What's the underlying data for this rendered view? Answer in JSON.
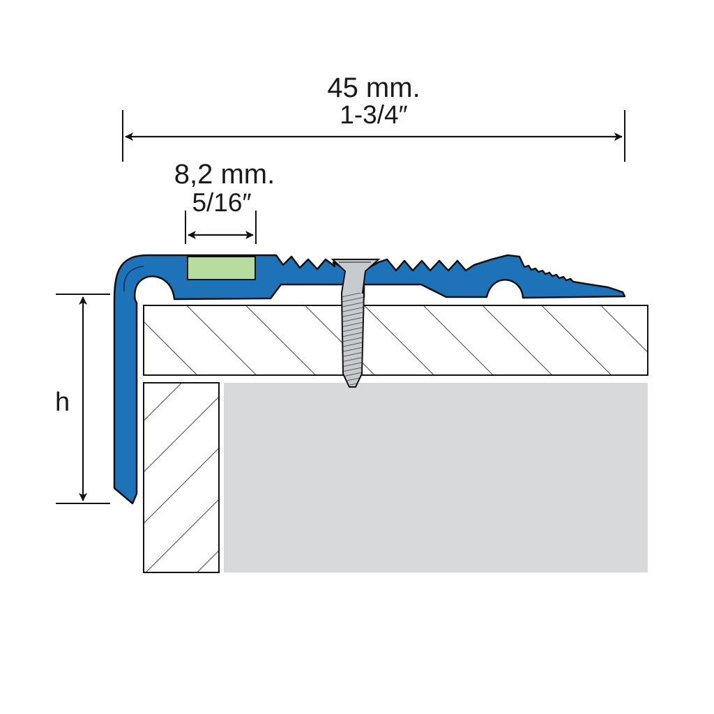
{
  "dimensions": {
    "overall_width": {
      "metric": "45 mm.",
      "imperial": "1-3/4″"
    },
    "insert_width": {
      "metric": "8,2 mm.",
      "imperial": "5/16″"
    },
    "height_label": "h"
  },
  "colors": {
    "profile_fill": "#1e73b8",
    "profile_stroke": "#111111",
    "insert_fill": "#b7dca0",
    "screw_fill": "#c7cbd0",
    "riser_fill": "#d8d9db",
    "hatch_stroke": "#111111",
    "dimension_stroke": "#111111"
  },
  "icons": [
    "countersunk-screw-icon"
  ]
}
